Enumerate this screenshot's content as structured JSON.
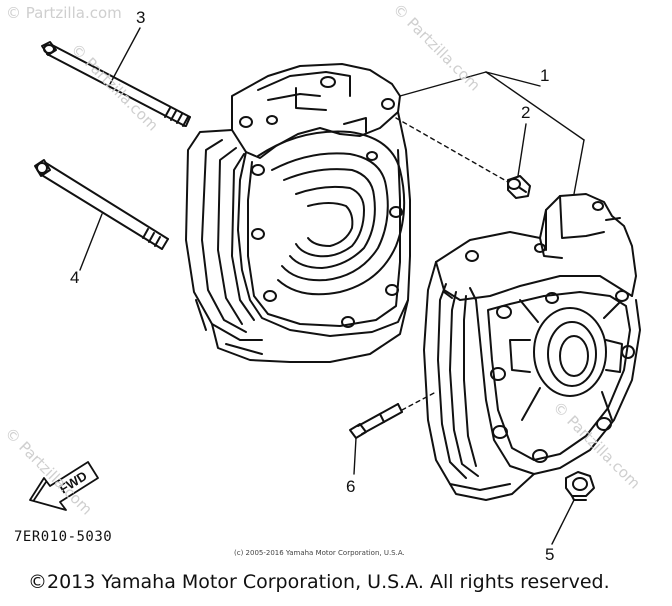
{
  "watermark": {
    "text": "© Partzilla.com"
  },
  "callouts": {
    "c1": "1",
    "c2": "2",
    "c3": "3",
    "c4": "4",
    "c5": "5",
    "c6": "6"
  },
  "fwd_label": "FWD",
  "part_code": "7ER010-5030",
  "small_copyright": "(c) 2005-2016 Yamaha Motor Corporation, U.S.A.",
  "copyright": "©2013 Yamaha Motor Corporation, U.S.A. All rights reserved."
}
